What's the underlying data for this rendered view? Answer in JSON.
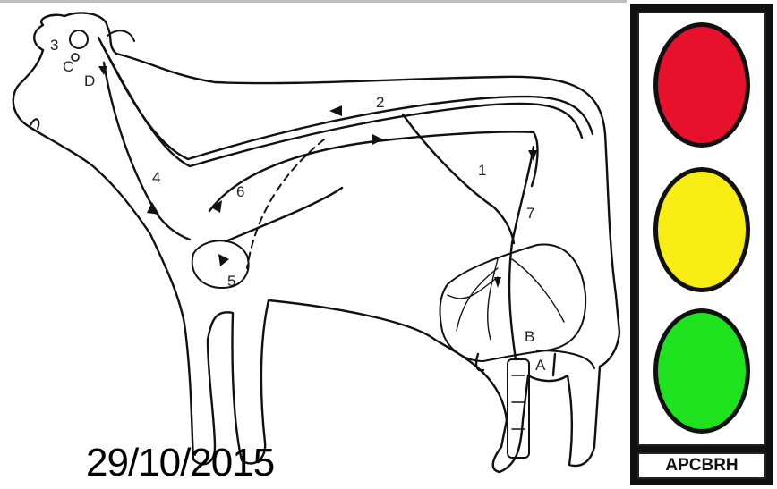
{
  "diagram": {
    "labels": {
      "l1": "1",
      "l2": "2",
      "l3": "3",
      "l4": "4",
      "l5": "5",
      "l6": "6",
      "l7": "7",
      "la": "A",
      "lb": "B",
      "lc": "C",
      "ld": "D"
    }
  },
  "date": "29/10/2015",
  "traffic_light": {
    "lamp_colors": {
      "red": "#e8112d",
      "yellow": "#f7ec13",
      "green": "#1fe21f"
    },
    "plate_text": "APCBRH"
  }
}
